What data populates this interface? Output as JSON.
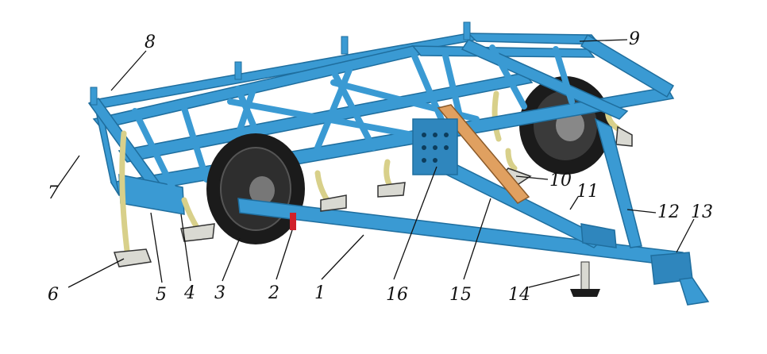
{
  "colors": {
    "frame": "#3a9ad3",
    "frame_dark": "#1f6e9e",
    "frame_light": "#7cc4ea",
    "spring": "#d8d08a",
    "tire": "#1b1b1b",
    "shoe": "#d9d9d2",
    "cylinder": "#e0a060",
    "ink": "#111111"
  },
  "callouts": [
    {
      "id": "1",
      "text": "1"
    },
    {
      "id": "2",
      "text": "2"
    },
    {
      "id": "3",
      "text": "3"
    },
    {
      "id": "4",
      "text": "4"
    },
    {
      "id": "5",
      "text": "5"
    },
    {
      "id": "6",
      "text": "6"
    },
    {
      "id": "7",
      "text": "7"
    },
    {
      "id": "8",
      "text": "8"
    },
    {
      "id": "9",
      "text": "9"
    },
    {
      "id": "10",
      "text": "10"
    },
    {
      "id": "11",
      "text": "11"
    },
    {
      "id": "12",
      "text": "12"
    },
    {
      "id": "13",
      "text": "13"
    },
    {
      "id": "14",
      "text": "14"
    },
    {
      "id": "15",
      "text": "15"
    },
    {
      "id": "16",
      "text": "16"
    }
  ]
}
